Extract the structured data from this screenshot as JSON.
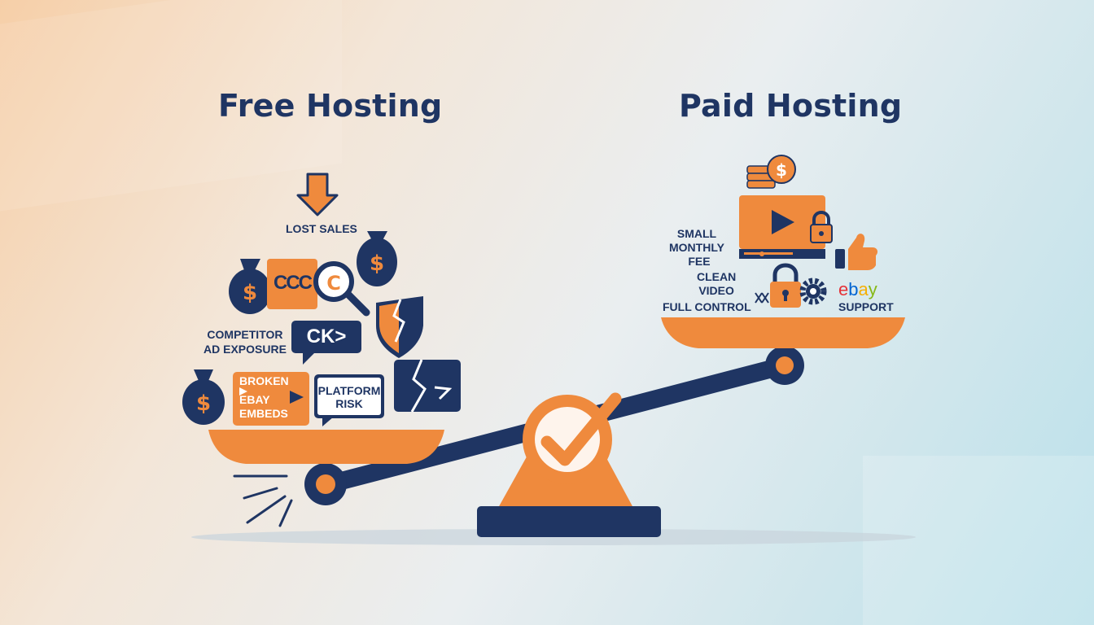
{
  "headings": {
    "free": "Free Hosting",
    "paid": "Paid Hosting"
  },
  "free_side": {
    "lost_sales": "LOST SALES",
    "cc_tag": "CCC",
    "competitor_ad_exposure": [
      "COMPETITOR",
      "AD EXPOSURE"
    ],
    "ck_tag": "CK>",
    "broken_ebay_embeds": [
      "BROKEN",
      "EBAY",
      "EMBEDS"
    ],
    "platform_risk": [
      "PLATFORM",
      "RISK"
    ]
  },
  "paid_side": {
    "small_monthly_fee": [
      "SMALL",
      "MONTHLY",
      "FEE"
    ],
    "clean_video": [
      "CLEAN",
      "VIDEO"
    ],
    "full_control": "FULL CONTROL",
    "ebay_logo": "ebay",
    "support": "SUPPORT"
  },
  "colors": {
    "navy": "#1f3563",
    "orange": "#ef8a3d",
    "white": "#ffffff"
  },
  "icons": [
    "down-arrow-icon",
    "money-bag-icon",
    "magnifier-icon",
    "broken-shield-icon",
    "broken-image-icon",
    "coins-icon",
    "video-player-icon",
    "padlock-icon",
    "thumbs-up-icon",
    "gear-icon",
    "checkmark-icon"
  ]
}
